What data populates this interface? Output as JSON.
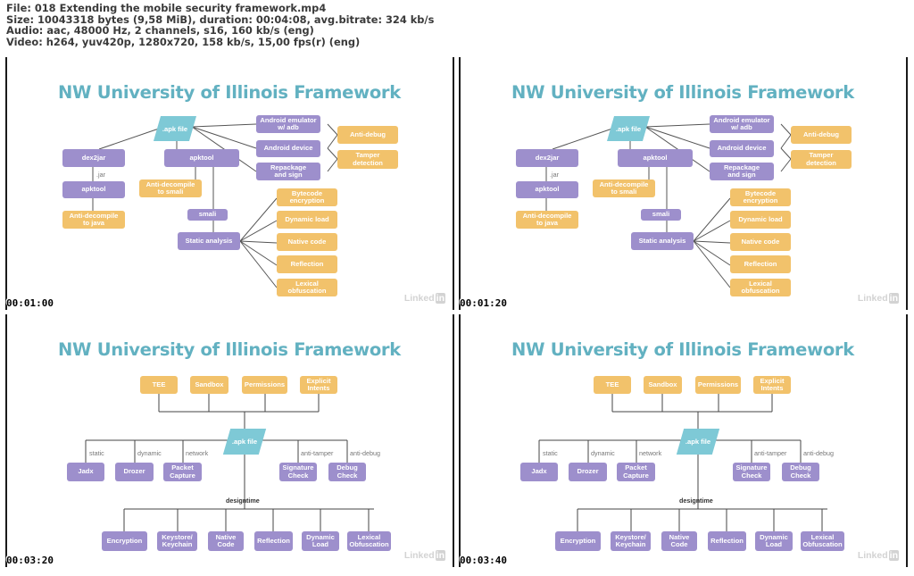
{
  "file_info": {
    "line1": "File: 018 Extending the mobile security framework.mp4",
    "line2": "Size: 10043318 bytes (9,58 MiB), duration: 00:04:08, avg.bitrate: 324 kb/s",
    "line3": "Audio: aac, 48000 Hz, 2 channels, s16, 160 kb/s (eng)",
    "line4": "Video: h264, yuv420p, 1280x720, 158 kb/s, 15,00 fps(r) (eng)"
  },
  "watermark": {
    "text": "Linked",
    "suffix": "in"
  },
  "slide_title": "NW University of Illinois Framework",
  "diagram_a": {
    "apk": ".apk file",
    "android_emulator": "Android emulator\nw/ adb",
    "android_device": "Android device",
    "repackage": "Repackage\nand sign",
    "anti_debug": "Anti-debug",
    "tamper": "Tamper\ndetection",
    "dex2jar": "dex2jar",
    "jar_label": ".jar",
    "apktool_left": "apktool",
    "anti_decompile_java": "Anti-decompile\nto java",
    "apktool_mid": "apktool",
    "anti_decompile_smali": "Anti-decompile\nto smali",
    "smali": "smali",
    "static_analysis": "Static analysis",
    "bytecode": "Bytecode\nencryption",
    "dynamic_load": "Dynamic load",
    "native_code": "Native code",
    "reflection": "Reflection",
    "lexical": "Lexical\nobfuscation"
  },
  "diagram_b": {
    "tee": "TEE",
    "sandbox": "Sandbox",
    "permissions": "Permissions",
    "explicit": "Explicit\nIntents",
    "apk": ".apk file",
    "lbl_static": "static",
    "lbl_dynamic": "dynamic",
    "lbl_network": "network",
    "lbl_anti_tamper": "anti-tamper",
    "lbl_anti_debug": "anti-debug",
    "jadx": "Jadx",
    "drozer": "Drozer",
    "packet": "Packet\nCapture",
    "signature": "Signature\nCheck",
    "debug": "Debug\nCheck",
    "lbl_design": "design",
    "lbl_time": "time",
    "encryption": "Encryption",
    "keystore": "Keystore/\nKeychain",
    "native": "Native\nCode",
    "reflection": "Reflection",
    "dynamic": "Dynamic\nLoad",
    "lexical": "Lexical\nObfuscation"
  },
  "timestamps": [
    "00:01:00",
    "00:01:20",
    "00:03:20",
    "00:03:40"
  ],
  "colors": {
    "title": "#62b1c1",
    "purple": "#9d8fcc",
    "orange": "#f2c26b",
    "apk": "#7ec9d6"
  }
}
